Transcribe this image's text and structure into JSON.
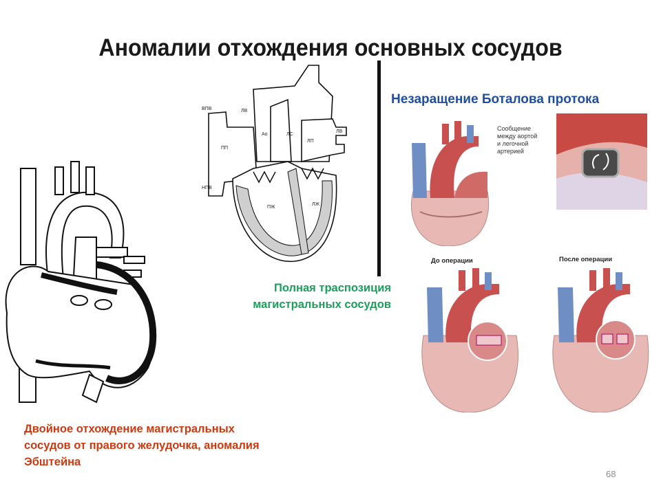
{
  "slide": {
    "title": "Аномалии отхождения основных сосудов",
    "slide_number": "68"
  },
  "pda": {
    "title": "Незаращение Боталова протока",
    "callout": [
      "Сообщение",
      "между аортой",
      "и легочной",
      "артерией"
    ],
    "before_label": "До операции",
    "after_label": "После операции"
  },
  "tga": {
    "caption_lines": [
      "Полная траспозиция",
      "магистральных сосудов"
    ],
    "labels": {
      "vpv": "ВПВ",
      "lv_vessel": "ЛВ",
      "ao": "Ао",
      "ls": "ЛС",
      "pp": "ПП",
      "lp": "ЛП",
      "npv": "НПВ",
      "pzh": "ПЖ",
      "lzh": "ЛЖ",
      "lv_right": "ЛВ"
    }
  },
  "dorv": {
    "caption_lines": [
      "Двойное отхождение магистральных",
      "сосудов от правого желудочка, аномалия",
      "Эбштейна"
    ]
  },
  "colors": {
    "title": "#1a1a1a",
    "pda_title": "#1f4e9e",
    "tga_caption": "#1aa05a",
    "dorv_caption": "#cc3a12",
    "heart_red": "#c8504e",
    "vein_blue": "#6f8fc4",
    "pink": "#e8b9b4"
  }
}
